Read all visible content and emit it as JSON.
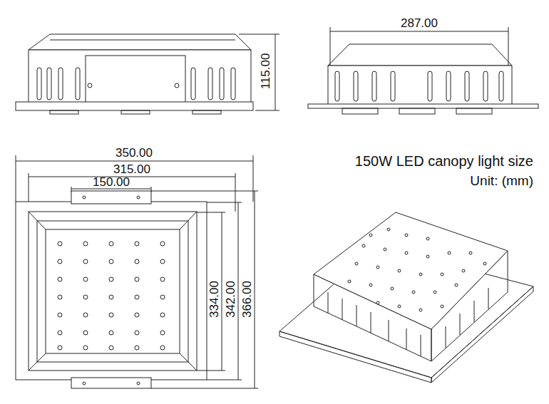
{
  "diagram": {
    "title": "150W LED canopy light size",
    "labels": [
      "115.00",
      "287.00",
      "350.00",
      "315.00",
      "150.00",
      "334.00",
      "342.00",
      "366.00",
      "Unit: (mm)"
    ]
  }
}
